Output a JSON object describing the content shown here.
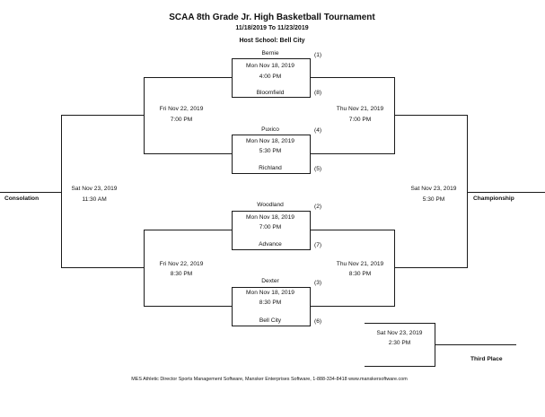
{
  "header": {
    "title": "SCAA 8th Grade  Jr. High Basketball Tournament",
    "dates": "11/18/2019 To 11/23/2019",
    "host": "Host School:  Bell City"
  },
  "round1": [
    {
      "team_top": "Bernie",
      "seed_top": "(1)",
      "date": "Mon Nov 18, 2019",
      "time": "4:00 PM",
      "team_bottom": "Bloomfield",
      "seed_bottom": "(8)"
    },
    {
      "team_top": "Puxico",
      "seed_top": "(4)",
      "date": "Mon Nov 18, 2019",
      "time": "5:30 PM",
      "team_bottom": "Richland",
      "seed_bottom": "(5)"
    },
    {
      "team_top": "Woodland",
      "seed_top": "(2)",
      "date": "Mon Nov 18, 2019",
      "time": "7:00 PM",
      "team_bottom": "Advance",
      "seed_bottom": "(7)"
    },
    {
      "team_top": "Dexter",
      "seed_top": "(3)",
      "date": "Mon Nov 18, 2019",
      "time": "8:30 PM",
      "team_bottom": "Bell City",
      "seed_bottom": "(6)"
    }
  ],
  "consolation_semis": [
    {
      "date": "Fri Nov 22, 2019",
      "time": "7:00 PM"
    },
    {
      "date": "Fri Nov 22, 2019",
      "time": "8:30 PM"
    }
  ],
  "winner_semis": [
    {
      "date": "Thu Nov 21, 2019",
      "time": "7:00 PM"
    },
    {
      "date": "Thu Nov 21, 2019",
      "time": "8:30 PM"
    }
  ],
  "consolation_final": {
    "date": "Sat Nov 23, 2019",
    "time": "11:30 AM",
    "label": "Consolation"
  },
  "championship": {
    "date": "Sat Nov 23, 2019",
    "time": "5:30 PM",
    "label": "Championship"
  },
  "third_place": {
    "date": "Sat Nov 23, 2019",
    "time": "2:30 PM",
    "label": "Third Place"
  },
  "footer": "MES Athletic Director Sports Management Software, Mansker Enterprises Software, 1-888-334-8418   www.manskersoftware.com"
}
